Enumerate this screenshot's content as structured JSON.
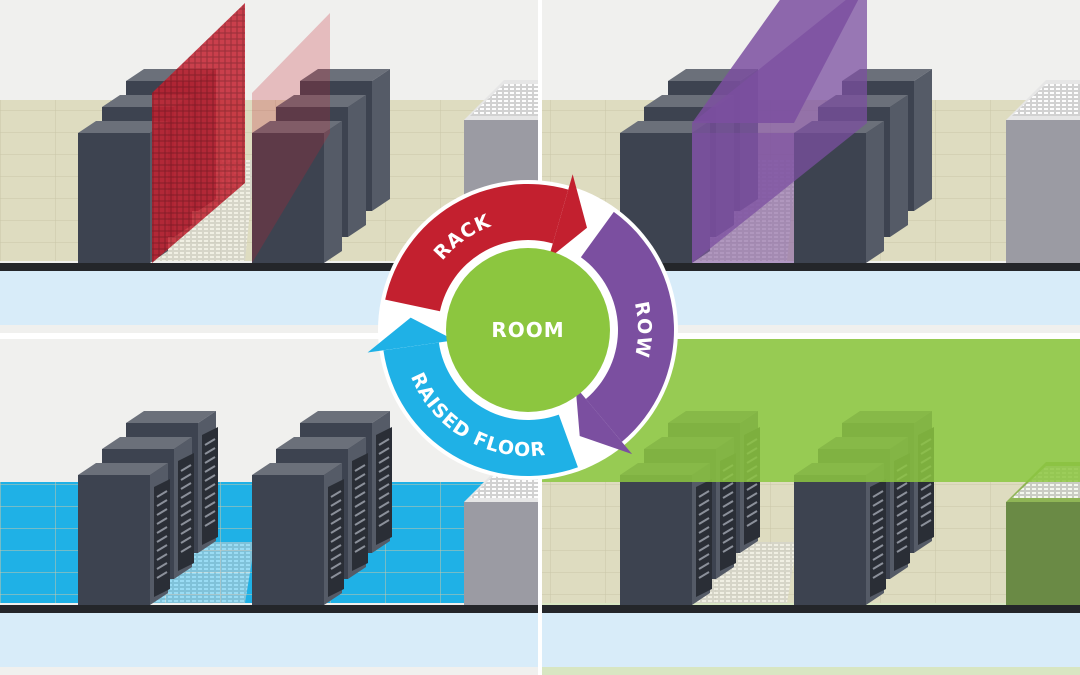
{
  "cycle": {
    "segments": [
      {
        "key": "rack",
        "label": "RACK",
        "color": "#c3202f"
      },
      {
        "key": "row",
        "label": "ROW",
        "color": "#7b4fa0"
      },
      {
        "key": "raised",
        "label": "RAISED FLOOR",
        "color": "#1fb1e6"
      }
    ],
    "center": {
      "label": "ROOM",
      "color": "#8cc63f"
    }
  },
  "panels": [
    {
      "key": "rack",
      "highlight": "#c3202f"
    },
    {
      "key": "row",
      "highlight": "#7b4fa0"
    },
    {
      "key": "raised",
      "highlight": "#1fb1e6"
    },
    {
      "key": "room",
      "highlight": "#8cc63f"
    }
  ],
  "colors": {
    "floor": "#dedcc0",
    "wall": "#f0f0ee",
    "cabinet_front": "#3d4350",
    "cabinet_side": "#555b67",
    "cabinet_top": "#6b707a",
    "band": "#d8ecf9",
    "divider": "#24262a"
  }
}
